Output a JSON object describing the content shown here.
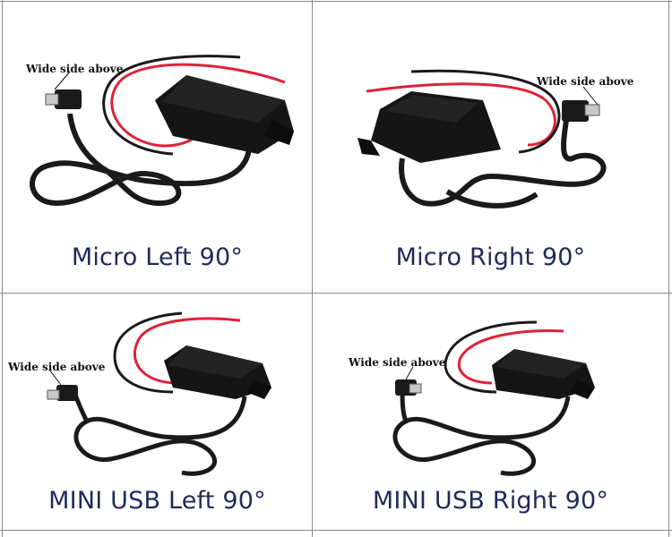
{
  "panels": [
    {
      "caption": "Micro Left 90°",
      "note": "Wide side above",
      "connector": "micro",
      "direction": "left"
    },
    {
      "caption": "Micro Right 90°",
      "note": "Wide side above",
      "connector": "micro",
      "direction": "right"
    },
    {
      "caption": "MINI USB Left 90°",
      "note": "Wide side above",
      "connector": "mini",
      "direction": "left"
    },
    {
      "caption": "MINI USB Right 90°",
      "note": "Wide side above",
      "connector": "mini",
      "direction": "right"
    }
  ],
  "colors": {
    "caption_text": "#1f2a5c",
    "cable": "#1a1a1a",
    "red_wire": "#e0203a",
    "module": "#151515",
    "grid_line": "#8a8a8a"
  }
}
